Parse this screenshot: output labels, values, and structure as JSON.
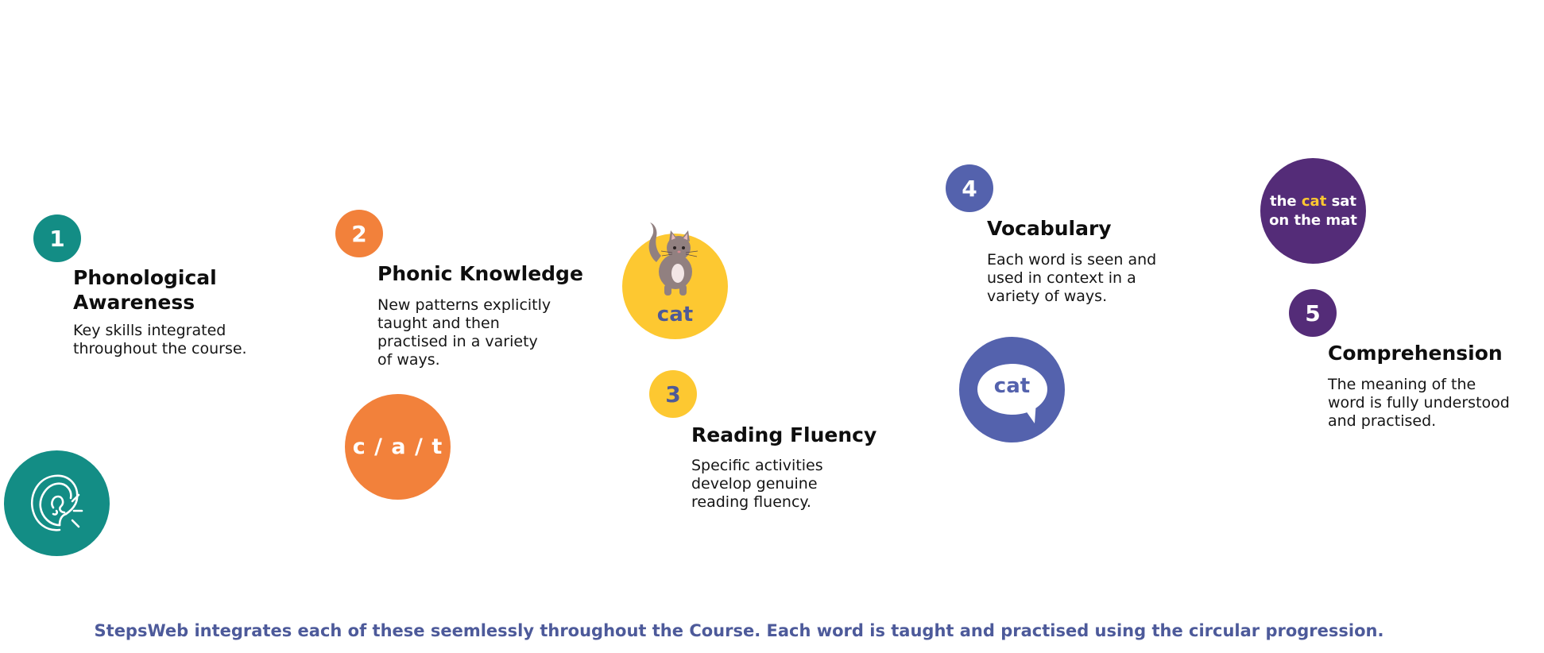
{
  "steps": [
    {
      "number": "1",
      "title_line1": "Phonological",
      "title_line2": "Awareness",
      "desc_line1": "Key skills integrated",
      "desc_line2": "throughout the course."
    },
    {
      "number": "2",
      "title": "Phonic Knowledge",
      "desc_lines": [
        "New patterns explicitly",
        "taught and then",
        "practised in a variety",
        "of ways."
      ],
      "circle_text": "c / a / t"
    },
    {
      "number": "3",
      "title": "Reading Fluency",
      "desc_lines": [
        "Specific activities",
        "develop genuine",
        "reading fluency."
      ],
      "circle_text": "cat"
    },
    {
      "number": "4",
      "title": "Vocabulary",
      "desc_lines": [
        "Each word is seen and",
        "used in context in a",
        "variety of ways."
      ],
      "circle_text": "cat"
    },
    {
      "number": "5",
      "title": "Comprehension",
      "desc_lines": [
        "The meaning of the",
        "word is fully understood",
        "and practised."
      ],
      "circle_text_before": "the ",
      "circle_text_highlight": "cat",
      "circle_text_after": " sat",
      "circle_text_line2": "on the mat"
    }
  ],
  "footer": "StepsWeb integrates each of these seemlessly throughout the Course. Each word is taught and practised using the circular progression.",
  "colors": {
    "teal": "#138d85",
    "orange": "#f2813b",
    "yellow": "#fdc831",
    "blue": "#5462ad",
    "purple": "#542c78",
    "footer": "#4d5a9a",
    "highlight": "#fdc831"
  },
  "icons": {
    "step1": "ear-icon",
    "step3": "cat-illustration",
    "step4": "speech-bubble-icon"
  }
}
